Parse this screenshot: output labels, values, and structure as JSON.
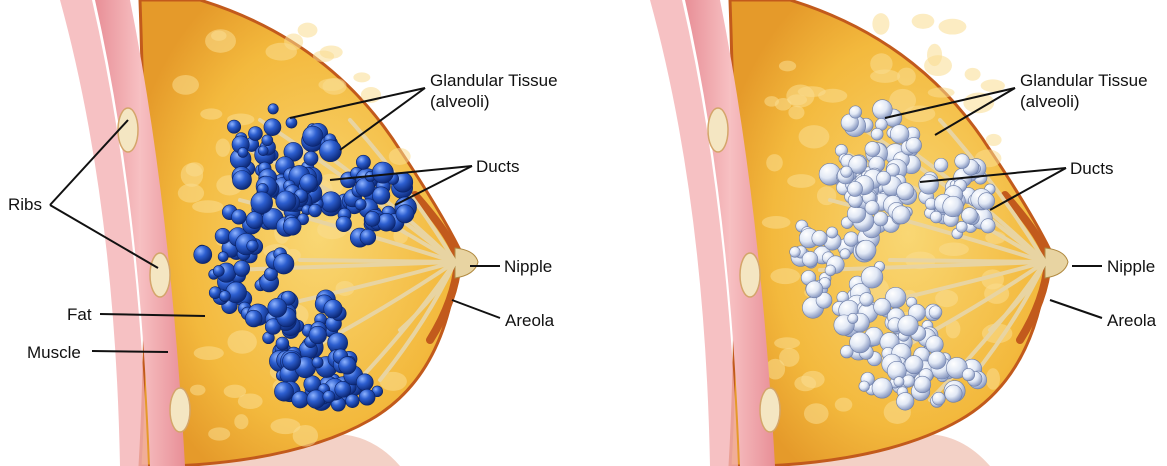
{
  "left_diagram": {
    "labels": {
      "glandular_title": "Glandular Tissue",
      "glandular_sub": "(alveoli)",
      "ducts": "Ducts",
      "nipple": "Nipple",
      "areola": "Areola",
      "ribs": "Ribs",
      "fat": "Fat",
      "muscle": "Muscle"
    },
    "alveoli_color": "#2f5fc9"
  },
  "right_diagram": {
    "labels": {
      "glandular_title": "Glandular Tissue",
      "glandular_sub": "(alveoli)",
      "ducts": "Ducts",
      "nipple": "Nipple",
      "areola": "Areola"
    },
    "alveoli_color": "#e8eef8"
  },
  "colors": {
    "fat": "#f2b93b",
    "fat_light": "#f9dc8f",
    "muscle": "#f2a7aa",
    "rib": "#f4e6c2",
    "areola": "#c25a1c",
    "duct": "#e8d4a2",
    "skin": "#f0c6b8"
  }
}
